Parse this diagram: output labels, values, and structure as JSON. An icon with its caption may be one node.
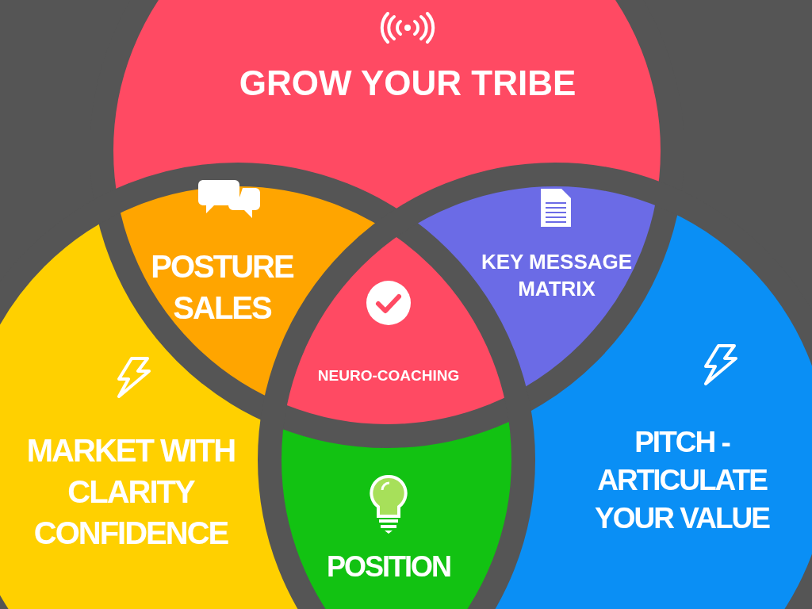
{
  "diagram": {
    "nodes": [
      {
        "text": [
          "GROW YOUR TRIBE"
        ]
      },
      {
        "text": [
          "POSTURE SALES"
        ]
      },
      {
        "text": [
          "KEY MESSAGE MATRIX"
        ]
      },
      {
        "text": [
          "NEURO-COACHING"
        ]
      },
      {
        "text": [
          "MARKET WITH CLARITY CONFIDENCE"
        ]
      },
      {
        "text": [
          "PITCH - ARTICULATE YOUR VALUE"
        ]
      },
      {
        "text": [
          "POSITION"
        ]
      }
    ]
  }
}
